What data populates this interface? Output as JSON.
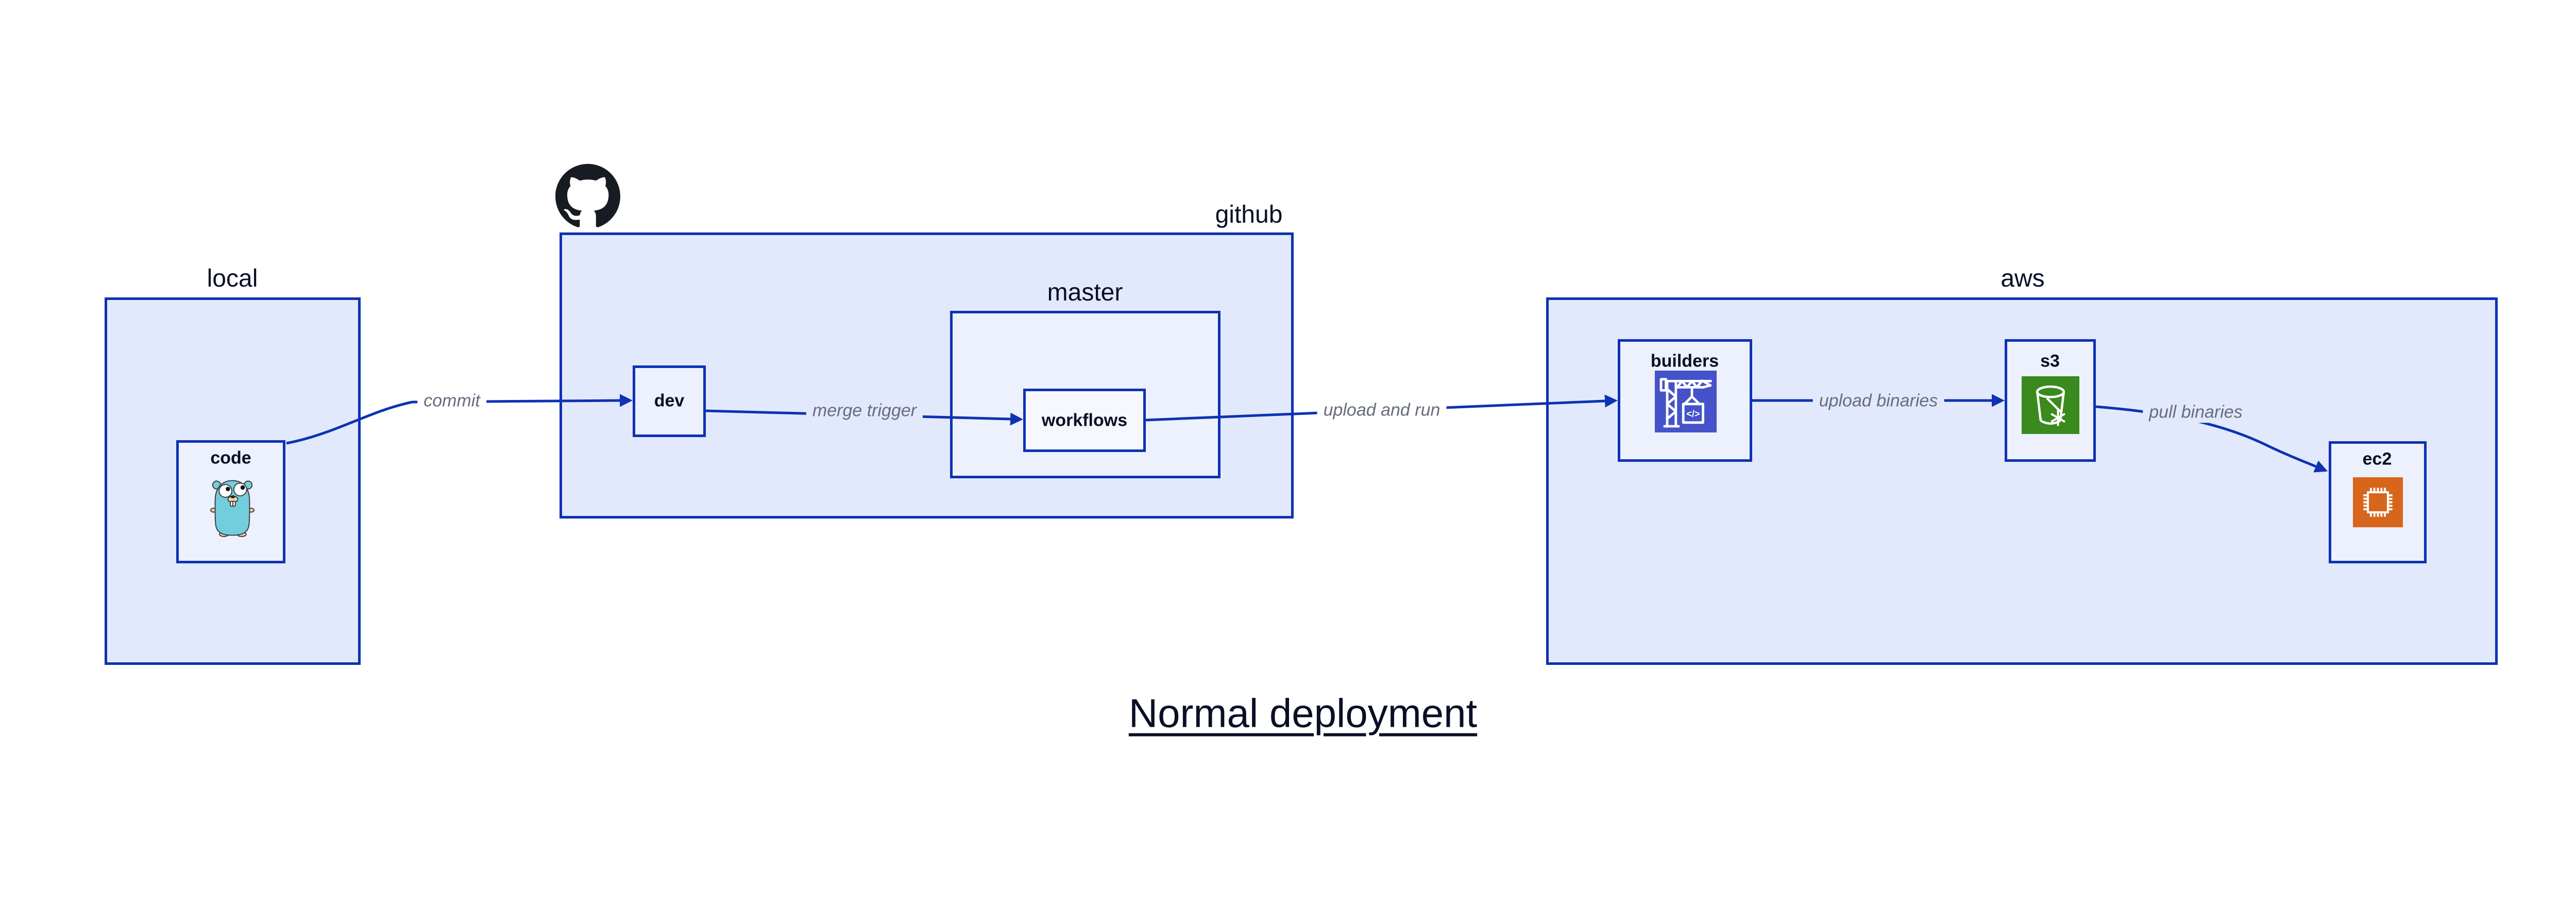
{
  "title": {
    "text": "Normal deployment"
  },
  "containers": [
    {
      "id": "local",
      "label": "local"
    },
    {
      "id": "github",
      "label": "github",
      "icon": "github-octocat-icon"
    },
    {
      "id": "master",
      "label": "master",
      "parent": "github"
    },
    {
      "id": "aws",
      "label": "aws"
    }
  ],
  "nodes": [
    {
      "id": "code",
      "label": "code",
      "parent": "local",
      "icon": "go-gopher-icon"
    },
    {
      "id": "dev",
      "label": "dev",
      "parent": "github"
    },
    {
      "id": "workflows",
      "label": "workflows",
      "parent": "github.master"
    },
    {
      "id": "builders",
      "label": "builders",
      "parent": "aws",
      "icon": "codebuild-crane-icon"
    },
    {
      "id": "s3",
      "label": "s3",
      "parent": "aws",
      "icon": "s3-bucket-icon"
    },
    {
      "id": "ec2",
      "label": "ec2",
      "parent": "aws",
      "icon": "ec2-chip-icon"
    }
  ],
  "edges": [
    {
      "from": "local.code",
      "to": "github.dev",
      "label": "commit"
    },
    {
      "from": "github.dev",
      "to": "github.master.workflows",
      "label": "merge trigger"
    },
    {
      "from": "github.master.workflows",
      "to": "aws.builders",
      "label": "upload and run"
    },
    {
      "from": "aws.builders",
      "to": "aws.s3",
      "label": "upload binaries"
    },
    {
      "from": "aws.s3",
      "to": "aws.ec2",
      "label": "pull binaries"
    }
  ],
  "colors": {
    "edge_stroke": "#0D32B2",
    "box_border": "#0D32B2",
    "container_fill": "#E3E9FD",
    "node_fill": "#EDF0FD",
    "inner_node_fill": "#F7F8FE",
    "label_text": "#0A0F25",
    "edge_label_text": "#676C7E",
    "github_mark": "#171B22",
    "gopher_body": "#72CDDC",
    "gopher_skin": "#F6D2A2",
    "codebuild_bg": "#4552C9",
    "s3_bg": "#3A8A1E",
    "ec2_bg": "#D8651C"
  }
}
